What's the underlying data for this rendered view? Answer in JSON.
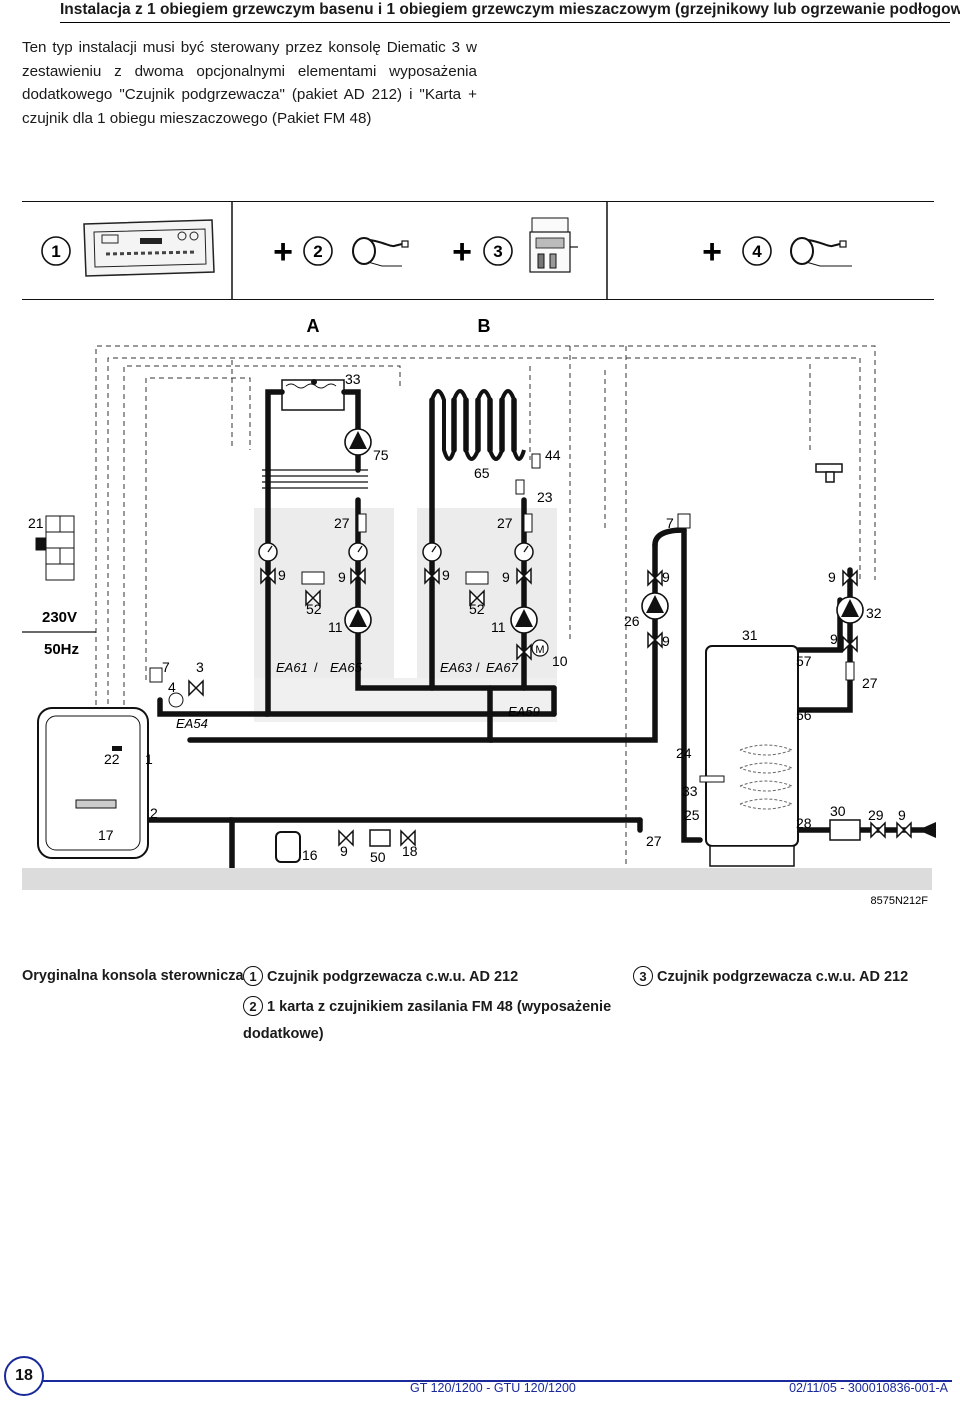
{
  "header": {
    "title": "Instalacja z 1 obiegiem grzewczym basenu i 1 obiegiem grzewczym mieszaczowym (grzejnikowy lub ogrzewanie podłogowe)"
  },
  "intro": {
    "text": "Ten typ instalacji musi być sterowany przez konsolę Diematic 3 w zestawieniu z dwoma opcjonalnymi elementami wyposażenia dodatkowego \"Czujnik podgrzewacza\" (pakiet AD 212) i \"Karta + czujnik dla 1 obiegu mieszaczowego (Pakiet FM 48)"
  },
  "components_panel": {
    "numbers": [
      "1",
      "2",
      "3",
      "4"
    ],
    "plus": "+"
  },
  "diagram": {
    "zone_a": "A",
    "zone_b": "B",
    "power_voltage": "230V",
    "power_freq": "50Hz",
    "motor": "M",
    "ea61": "EA61",
    "ea65": "EA65",
    "ea63": "EA63",
    "ea67": "EA67",
    "ea54": "EA54",
    "ea59": "EA59",
    "slash": "/",
    "ref_code": "8575N212F",
    "labels": {
      "n33a": "33",
      "n75": "75",
      "n65": "65",
      "n44": "44",
      "n23": "23",
      "n21": "21",
      "n27a": "27",
      "n27b": "27",
      "n7a": "7",
      "n9a": "9",
      "n9b": "9",
      "n9c": "9",
      "n9d": "9",
      "n9e": "9",
      "n9f": "9",
      "n52a": "52",
      "n52b": "52",
      "n11a": "11",
      "n11b": "11",
      "n26": "26",
      "n9g": "9",
      "n31": "31",
      "n32": "32",
      "n9h": "9",
      "n57": "57",
      "n27c": "27",
      "n7b": "7",
      "n3": "3",
      "n4": "4",
      "n10": "10",
      "n56": "56",
      "n22": "22",
      "n1": "1",
      "n24": "24",
      "n33b": "33",
      "n2": "2",
      "n25": "25",
      "n27d": "27",
      "n28": "28",
      "n30": "30",
      "n29": "29",
      "n9i": "9",
      "n17": "17",
      "n16": "16",
      "n9j": "9",
      "n50": "50",
      "n18": "18"
    }
  },
  "legend": {
    "console": "Oryginalna konsola sterownicza",
    "n1": "1",
    "item1": "Czujnik podgrzewacza c.w.u. AD 212",
    "n2": "2",
    "item2a": "1 karta z czujnikiem zasilania FM 48 (wyposażenie",
    "item2b": "dodatkowe)",
    "n3": "3",
    "item3": "Czujnik podgrzewacza c.w.u. AD 212"
  },
  "footer": {
    "page": "18",
    "model": "GT 120/1200 - GTU 120/1200",
    "code": "02/11/05 - 300010836-001-A"
  }
}
